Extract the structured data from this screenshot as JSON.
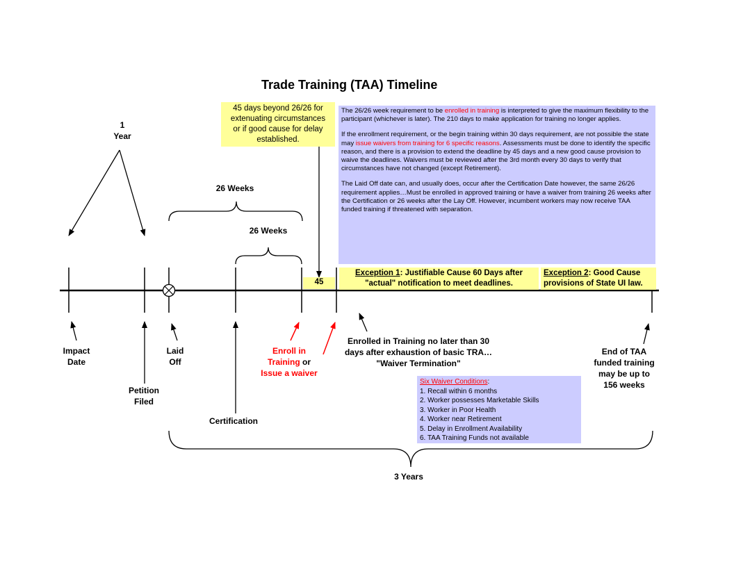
{
  "title": "Trade Training (TAA) Timeline",
  "top_labels": {
    "one_year_line1": "1",
    "one_year_line2": "Year",
    "weeks_26_outer": "26 Weeks",
    "weeks_26_inner": "26 Weeks",
    "days_45": "45"
  },
  "yellow_note": {
    "line1": "45 days beyond 26/26 for",
    "line2": "extenuating circumstances",
    "line3": "or if good cause for delay",
    "line4": "established."
  },
  "blue_box": {
    "p1_a": "The 26/26 week requirement to be ",
    "p1_red": "enrolled in training",
    "p1_b": " is interpreted to give the maximum flexibility to the participant (whichever is later).  The 210 days to make application for training no longer applies.",
    "p2_a": "If the enrollment requirement, or the begin training within 30 days requirement, are not possible the state may ",
    "p2_red": "issue waivers from training for 6 specific reasons",
    "p2_b": ".  Assessments must be done to identify the specific reason, and there is  a provision to extend the deadline by 45 days and a new good cause provision to waive the deadlines.  Waivers must be reviewed after the 3rd month every 30 days to verify that circumstances have not changed (except Retirement).",
    "p3": "The Laid Off date can, and usually does, occur after the Certification Date however, the same 26/26 requirement applies…Must be enrolled in approved training or have a  waiver from training 26 weeks after the Certification or 26 weeks after the Lay Off.  However, incumbent workers may now receive TAA funded training if threatened with separation."
  },
  "exception1": {
    "label": "Exception 1",
    "text_a": ":  Justifiable Cause 60 Days after",
    "text_b": "\"actual\" notification to meet deadlines."
  },
  "exception2": {
    "label": "Exception 2",
    "text_a": ":  Good Cause",
    "text_b": "provisions of State UI law."
  },
  "bottom_labels": {
    "impact_1": "Impact",
    "impact_2": "Date",
    "petition_1": "Petition",
    "petition_2": "Filed",
    "laid_1": "Laid",
    "laid_2": "Off",
    "certification": "Certification",
    "enroll_1": "Enroll in",
    "enroll_2a": "Training",
    "enroll_2b": " or",
    "enroll_3": "Issue a waiver",
    "enrolled_1": "Enrolled in Training no later than 30",
    "enrolled_2": "days after exhaustion of basic TRA…",
    "enrolled_3": "\"Waiver Termination\"",
    "end_1": "End of TAA",
    "end_2": "funded training",
    "end_3": "may be up to",
    "end_4": "156 weeks",
    "three_years": "3 Years"
  },
  "waiver_box": {
    "heading": "Six Waiver Conditions",
    "heading_suffix": ":",
    "items": [
      "1.  Recall within 6 months",
      "2.  Worker possesses Marketable Skills",
      "3.  Worker in Poor Health",
      "4.  Worker near Retirement",
      "5.  Delay in Enrollment Availability",
      "6.  TAA Training Funds not available"
    ]
  },
  "colors": {
    "yellow": "#ffff99",
    "lavender": "#ccccff",
    "red": "#ff0000"
  }
}
